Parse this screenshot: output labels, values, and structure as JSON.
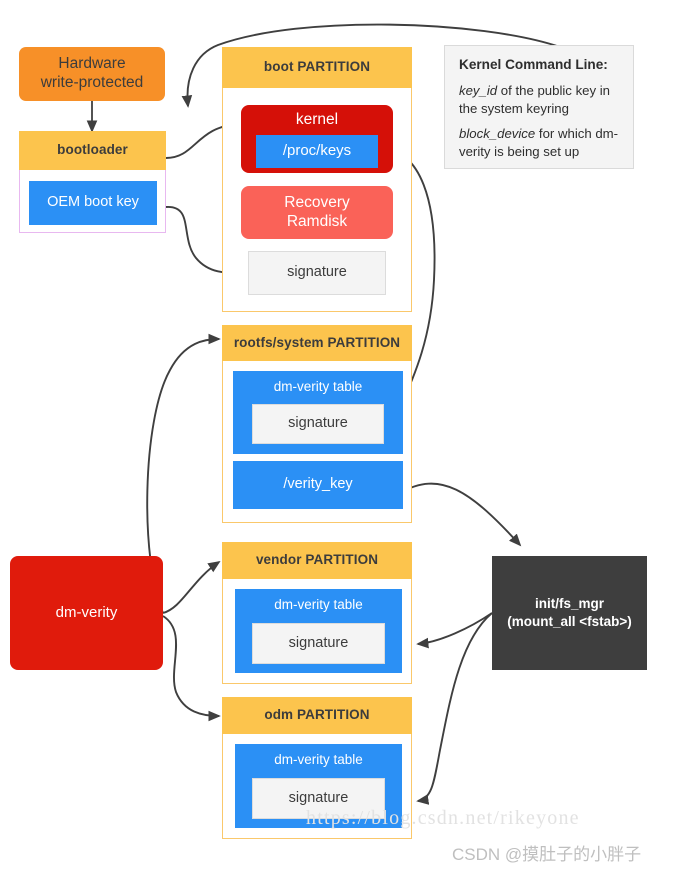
{
  "diagram": {
    "title": "Android Verified Boot / dm-verity flow",
    "colors": {
      "orange": "#F79028",
      "purple": "#B052C9",
      "blue": "#2B90F5",
      "amber": "#FCC44D",
      "red_dark": "#D51008",
      "red_bright": "#E01B0C",
      "salmon": "#FA6258",
      "grey_box": "#F4F4F4",
      "charcoal": "#3E3E3E",
      "arrow": "#3f3f3f"
    }
  },
  "nodes": {
    "hardware": {
      "label": "Hardware\nwrite-protected",
      "line1": "Hardware",
      "line2": "write-protected"
    },
    "bootloader": {
      "header": "bootloader",
      "oem_key": "OEM boot key"
    },
    "boot_partition": {
      "header": "boot PARTITION",
      "kernel": "kernel",
      "proc_keys": "/proc/keys",
      "recovery_line1": "Recovery",
      "recovery_line2": "Ramdisk",
      "signature": "signature"
    },
    "rootfs_partition": {
      "header": "rootfs/system PARTITION",
      "dm_verity_table": "dm-verity table",
      "signature": "signature",
      "verity_key": "/verity_key"
    },
    "vendor_partition": {
      "header": "vendor PARTITION",
      "dm_verity_table": "dm-verity table",
      "signature": "signature"
    },
    "odm_partition": {
      "header": "odm PARTITION",
      "dm_verity_table": "dm-verity table",
      "signature": "signature"
    },
    "dm_verity": {
      "label": "dm-verity"
    },
    "init_fs_mgr": {
      "line1": "init/fs_mgr",
      "line2": "(mount_all <fstab>)"
    },
    "kernel_command_line": {
      "title": "Kernel Command Line:",
      "item1_em": "key_id",
      "item1_rest": " of the public key in the system keyring",
      "item2_em": "block_device",
      "item2_rest": " for which dm-verity is being set up"
    }
  },
  "edges": [
    {
      "from": "kernel-command-line",
      "to": "kernel",
      "kind": "curve"
    },
    {
      "from": "bootloader",
      "to": "kernel",
      "kind": "curve"
    },
    {
      "from": "oem-boot-key",
      "to": "boot-signature",
      "kind": "curve"
    },
    {
      "from": "hardware",
      "to": "bootloader",
      "kind": "straight"
    },
    {
      "from": "proc-keys",
      "to": "rootfs-signature",
      "kind": "curve"
    },
    {
      "from": "verity-key",
      "to": "init-fs-mgr",
      "kind": "curve"
    },
    {
      "from": "dm-verity",
      "to": "rootfs-partition",
      "kind": "curve"
    },
    {
      "from": "dm-verity",
      "to": "vendor-partition",
      "kind": "curve"
    },
    {
      "from": "dm-verity",
      "to": "odm-partition",
      "kind": "curve"
    },
    {
      "from": "init-fs-mgr",
      "to": "vendor-signature",
      "kind": "curve"
    },
    {
      "from": "init-fs-mgr",
      "to": "odm-signature",
      "kind": "curve"
    }
  ],
  "watermarks": {
    "url": "https://blog.csdn.net/rikeyone",
    "csdn": "CSDN @摸肚子的小胖子"
  }
}
